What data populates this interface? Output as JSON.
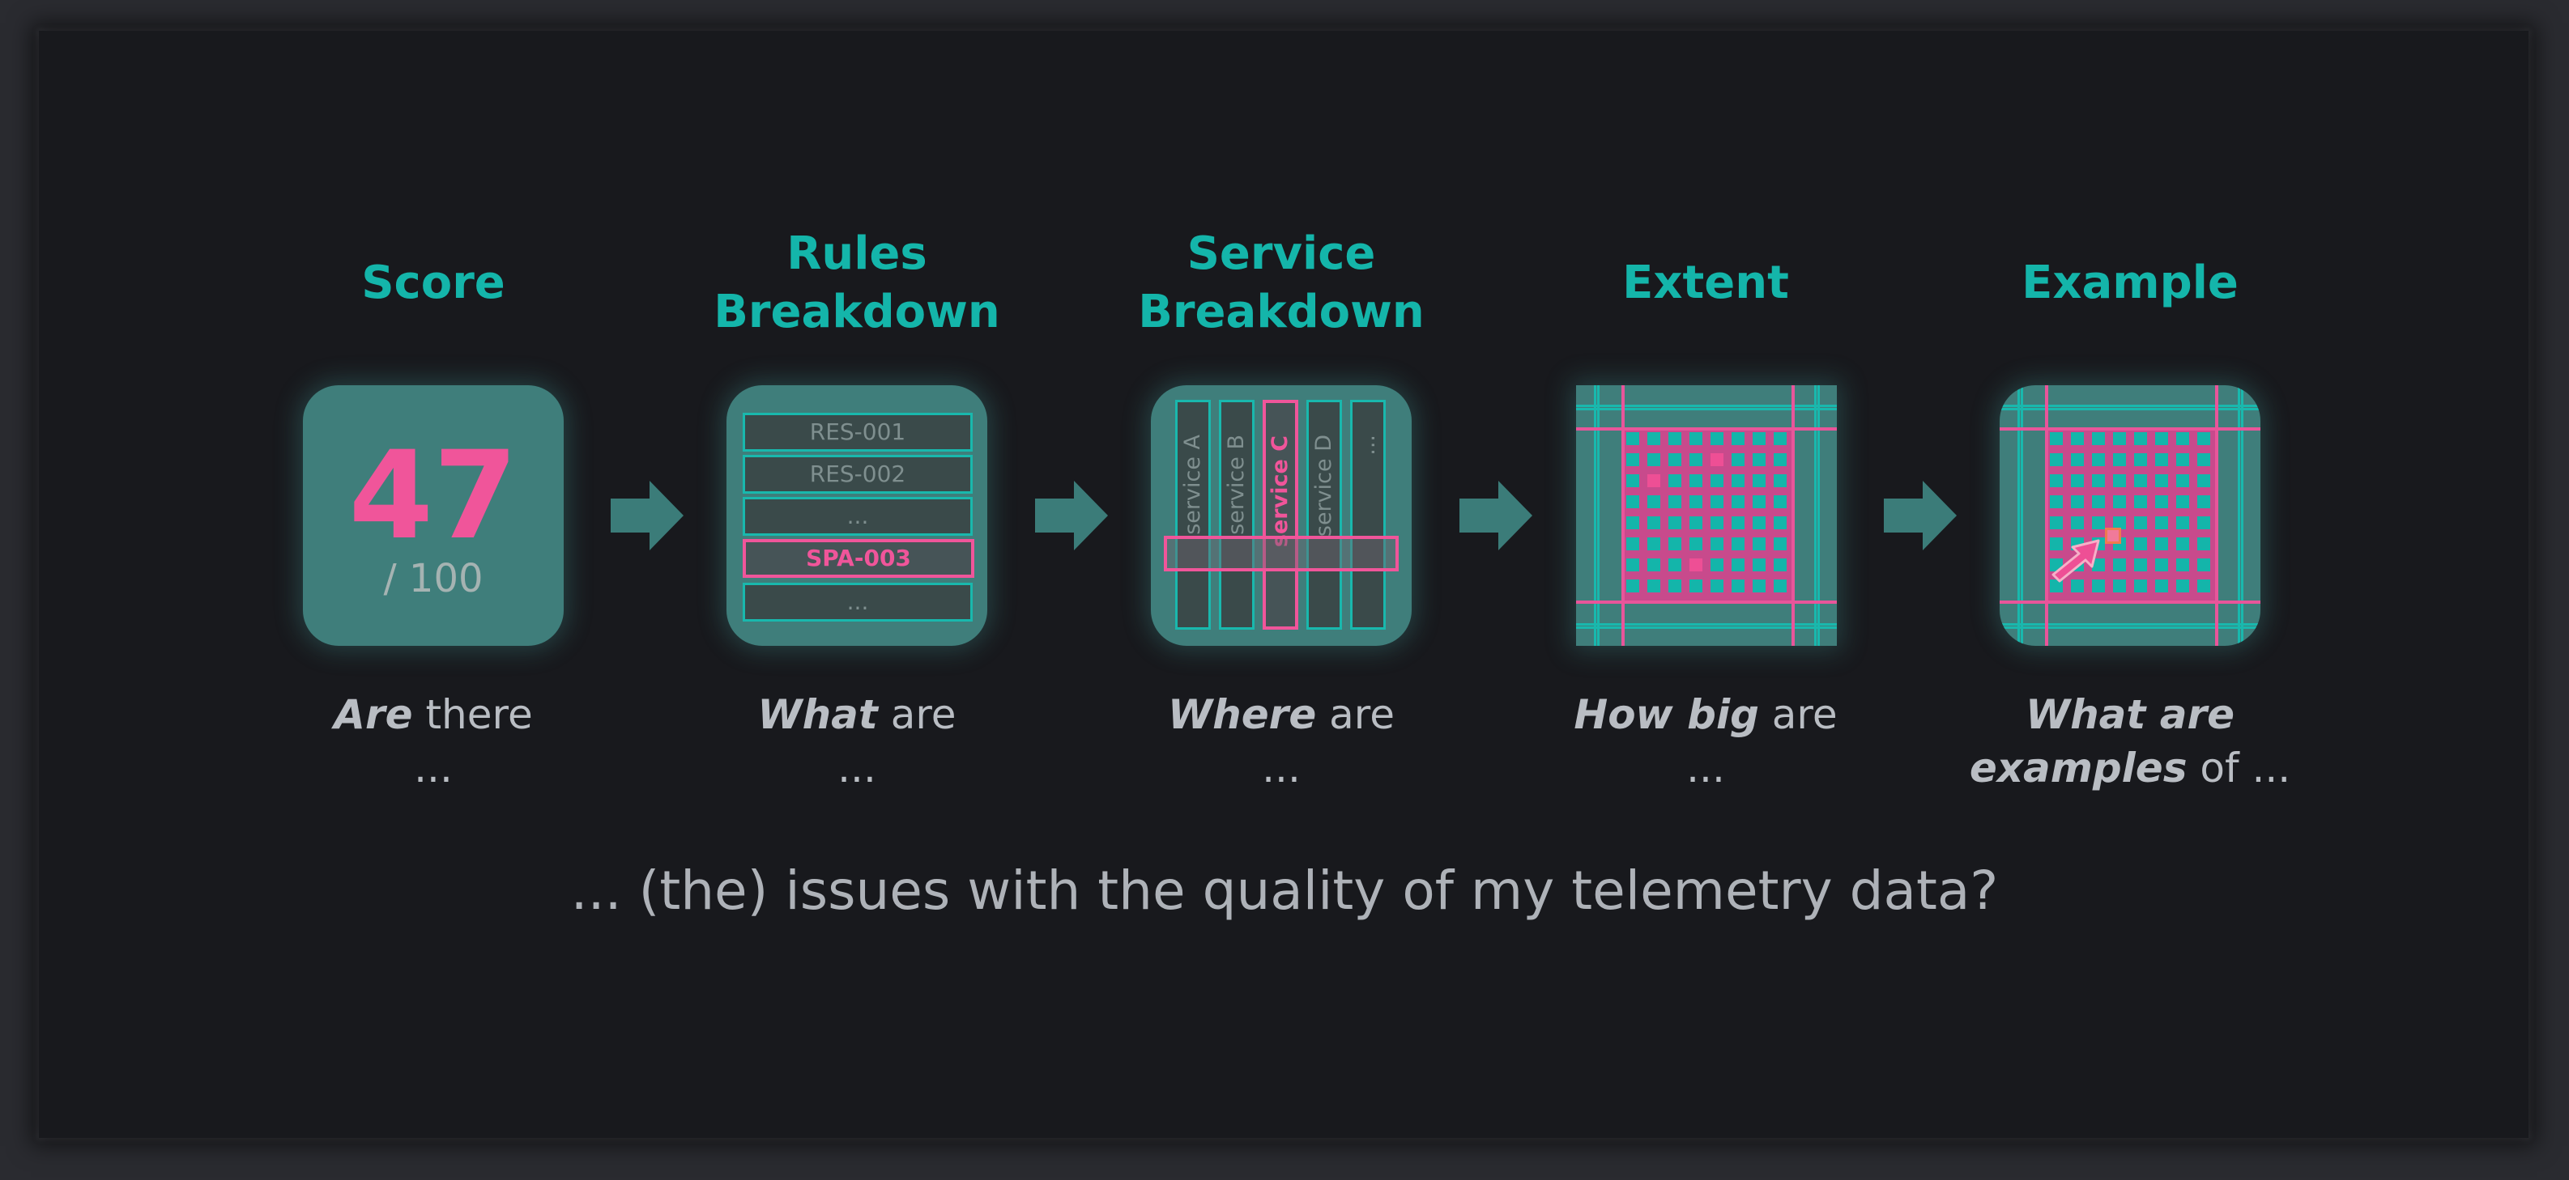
{
  "colors": {
    "accent_teal": "#14b5aa",
    "accent_pink": "#f0559a",
    "tile_fill": "#3f7e7b",
    "background": "#18191d"
  },
  "steps": [
    {
      "title": "Score",
      "caption_bold": "Are",
      "caption_rest": " there",
      "caption_line2": "...",
      "score": {
        "value": "47",
        "denominator": "/ 100"
      }
    },
    {
      "title_line1": "Rules",
      "title_line2": "Breakdown",
      "caption_bold": "What",
      "caption_rest": " are",
      "caption_line2": "...",
      "rules": [
        "RES-001",
        "RES-002",
        "...",
        "SPA-003",
        "..."
      ]
    },
    {
      "title_line1": "Service",
      "title_line2": "Breakdown",
      "caption_bold": "Where",
      "caption_rest": " are",
      "caption_line2": "...",
      "services": [
        "service A",
        "service B",
        "service C",
        "service D",
        "..."
      ]
    },
    {
      "title": "Extent",
      "caption_bold": "How big",
      "caption_rest": " are",
      "caption_line2": "..."
    },
    {
      "title": "Example",
      "caption_bold": "What are",
      "caption_line2_bold": "examples",
      "caption_line2_rest": " of ..."
    }
  ],
  "question": "... (the) issues with the quality of my telemetry data?",
  "icons": [
    "right-arrow-icon",
    "pointer-arrow-icon"
  ]
}
